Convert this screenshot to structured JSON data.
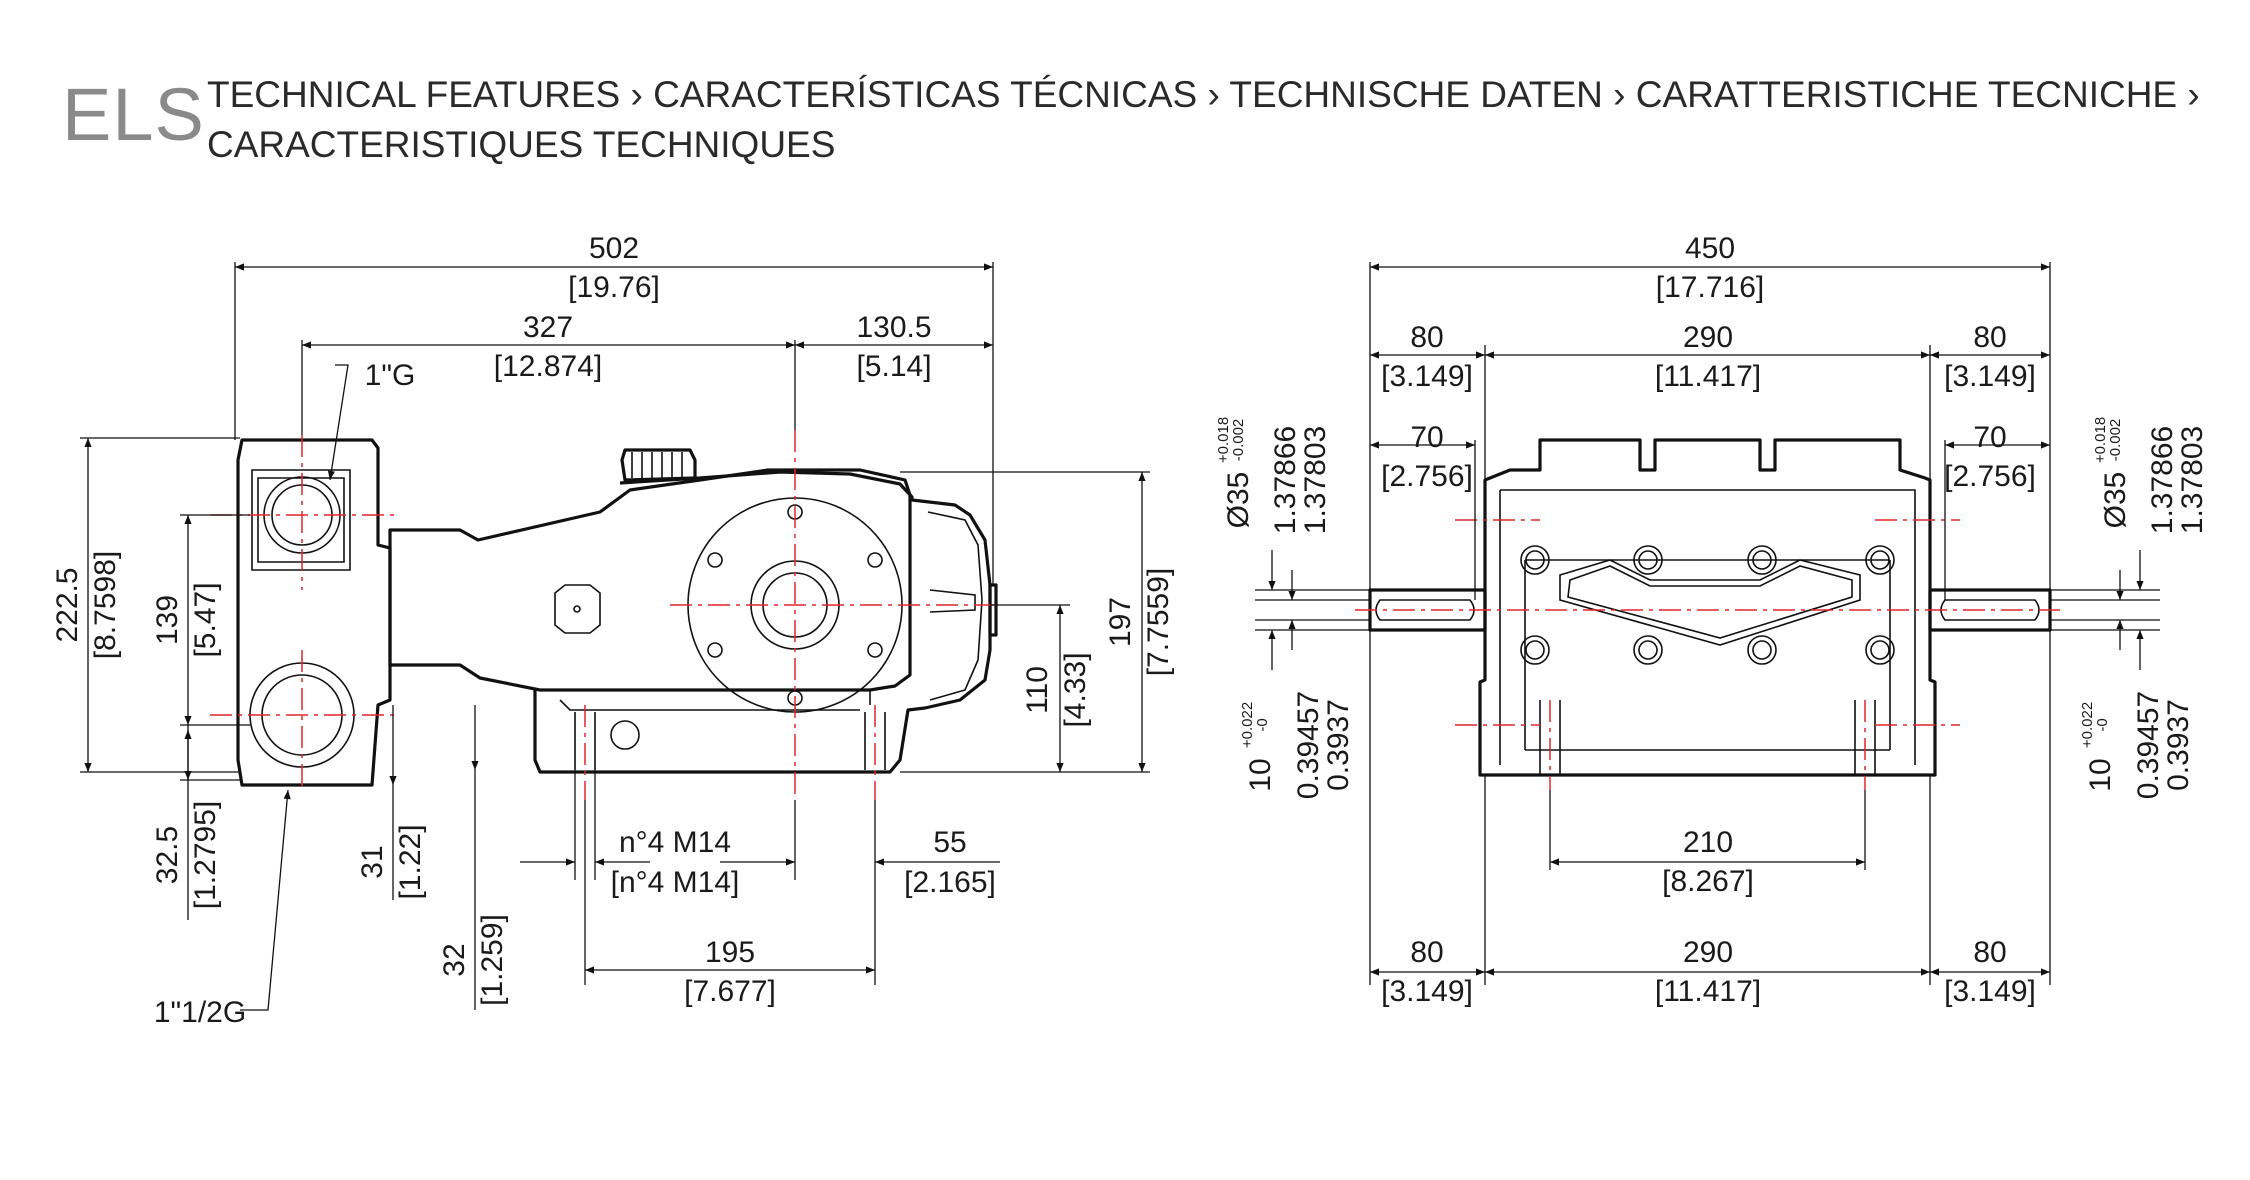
{
  "header": {
    "code": "ELS",
    "title_line1": "TECHNICAL FEATURES › CARACTERÍSTICAS TÉCNICAS › TECHNISCHE DATEN ›  CARATTERISTICHE TECNICHE ›",
    "title_line2": "CARACTERISTIQUES TECHNIQUES"
  },
  "side_view": {
    "overall_length": {
      "mm": "502",
      "inch": "[19.76]"
    },
    "head_to_center": {
      "mm": "327",
      "inch": "[12.874]"
    },
    "center_to_end": {
      "mm": "130.5",
      "inch": "[5.14]"
    },
    "overall_height": {
      "mm": "222.5",
      "inch": "[8.7598]"
    },
    "port_spacing": {
      "mm": "139",
      "inch": "[5.47]"
    },
    "crankcase_height": {
      "mm": "197",
      "inch": "[7.7559]"
    },
    "shaft_height": {
      "mm": "110",
      "inch": "[4.33]"
    },
    "inlet_offset": {
      "mm": "32.5",
      "inch": "[1.2795]"
    },
    "base_offset_1": {
      "mm": "31",
      "inch": "[1.22]"
    },
    "base_offset_2": {
      "mm": "32",
      "inch": "[1.259]"
    },
    "mount_holes": {
      "label": "n°4 M14",
      "label2": "[n°4 M14]"
    },
    "hole_offset": {
      "mm": "55",
      "inch": "[2.165]"
    },
    "hole_spacing": {
      "mm": "195",
      "inch": "[7.677]"
    },
    "outlet_thread": "1\"G",
    "inlet_thread": "1\"1/2G"
  },
  "end_view": {
    "overall_width": {
      "mm": "450",
      "inch": "[17.716]"
    },
    "shaft_left": {
      "mm": "80",
      "inch": "[3.149]"
    },
    "body_width": {
      "mm": "290",
      "inch": "[11.417]"
    },
    "shaft_right": {
      "mm": "80",
      "inch": "[3.149]"
    },
    "keyway_left": {
      "mm": "70",
      "inch": "[2.756]"
    },
    "keyway_right": {
      "mm": "70",
      "inch": "[2.756]"
    },
    "shaft_dia": {
      "mm": "Ø35",
      "tol_up": "+0.018",
      "tol_dn": "-0.002",
      "inch_max": "1.37866",
      "inch_min": "1.37803"
    },
    "key_width": {
      "mm": "10",
      "tol_up": "+0.022",
      "tol_dn": "-0",
      "inch_max": "0.39457",
      "inch_min": "0.3937"
    },
    "foot_holes": {
      "mm": "210",
      "inch": "[8.267]"
    },
    "base_left": {
      "mm": "80",
      "inch": "[3.149]"
    },
    "base_width": {
      "mm": "290",
      "inch": "[11.417]"
    },
    "base_right": {
      "mm": "80",
      "inch": "[3.149]"
    }
  },
  "colors": {
    "outline": "#111111",
    "centerline": "#e0262b",
    "header_code": "#8a8a8a"
  }
}
